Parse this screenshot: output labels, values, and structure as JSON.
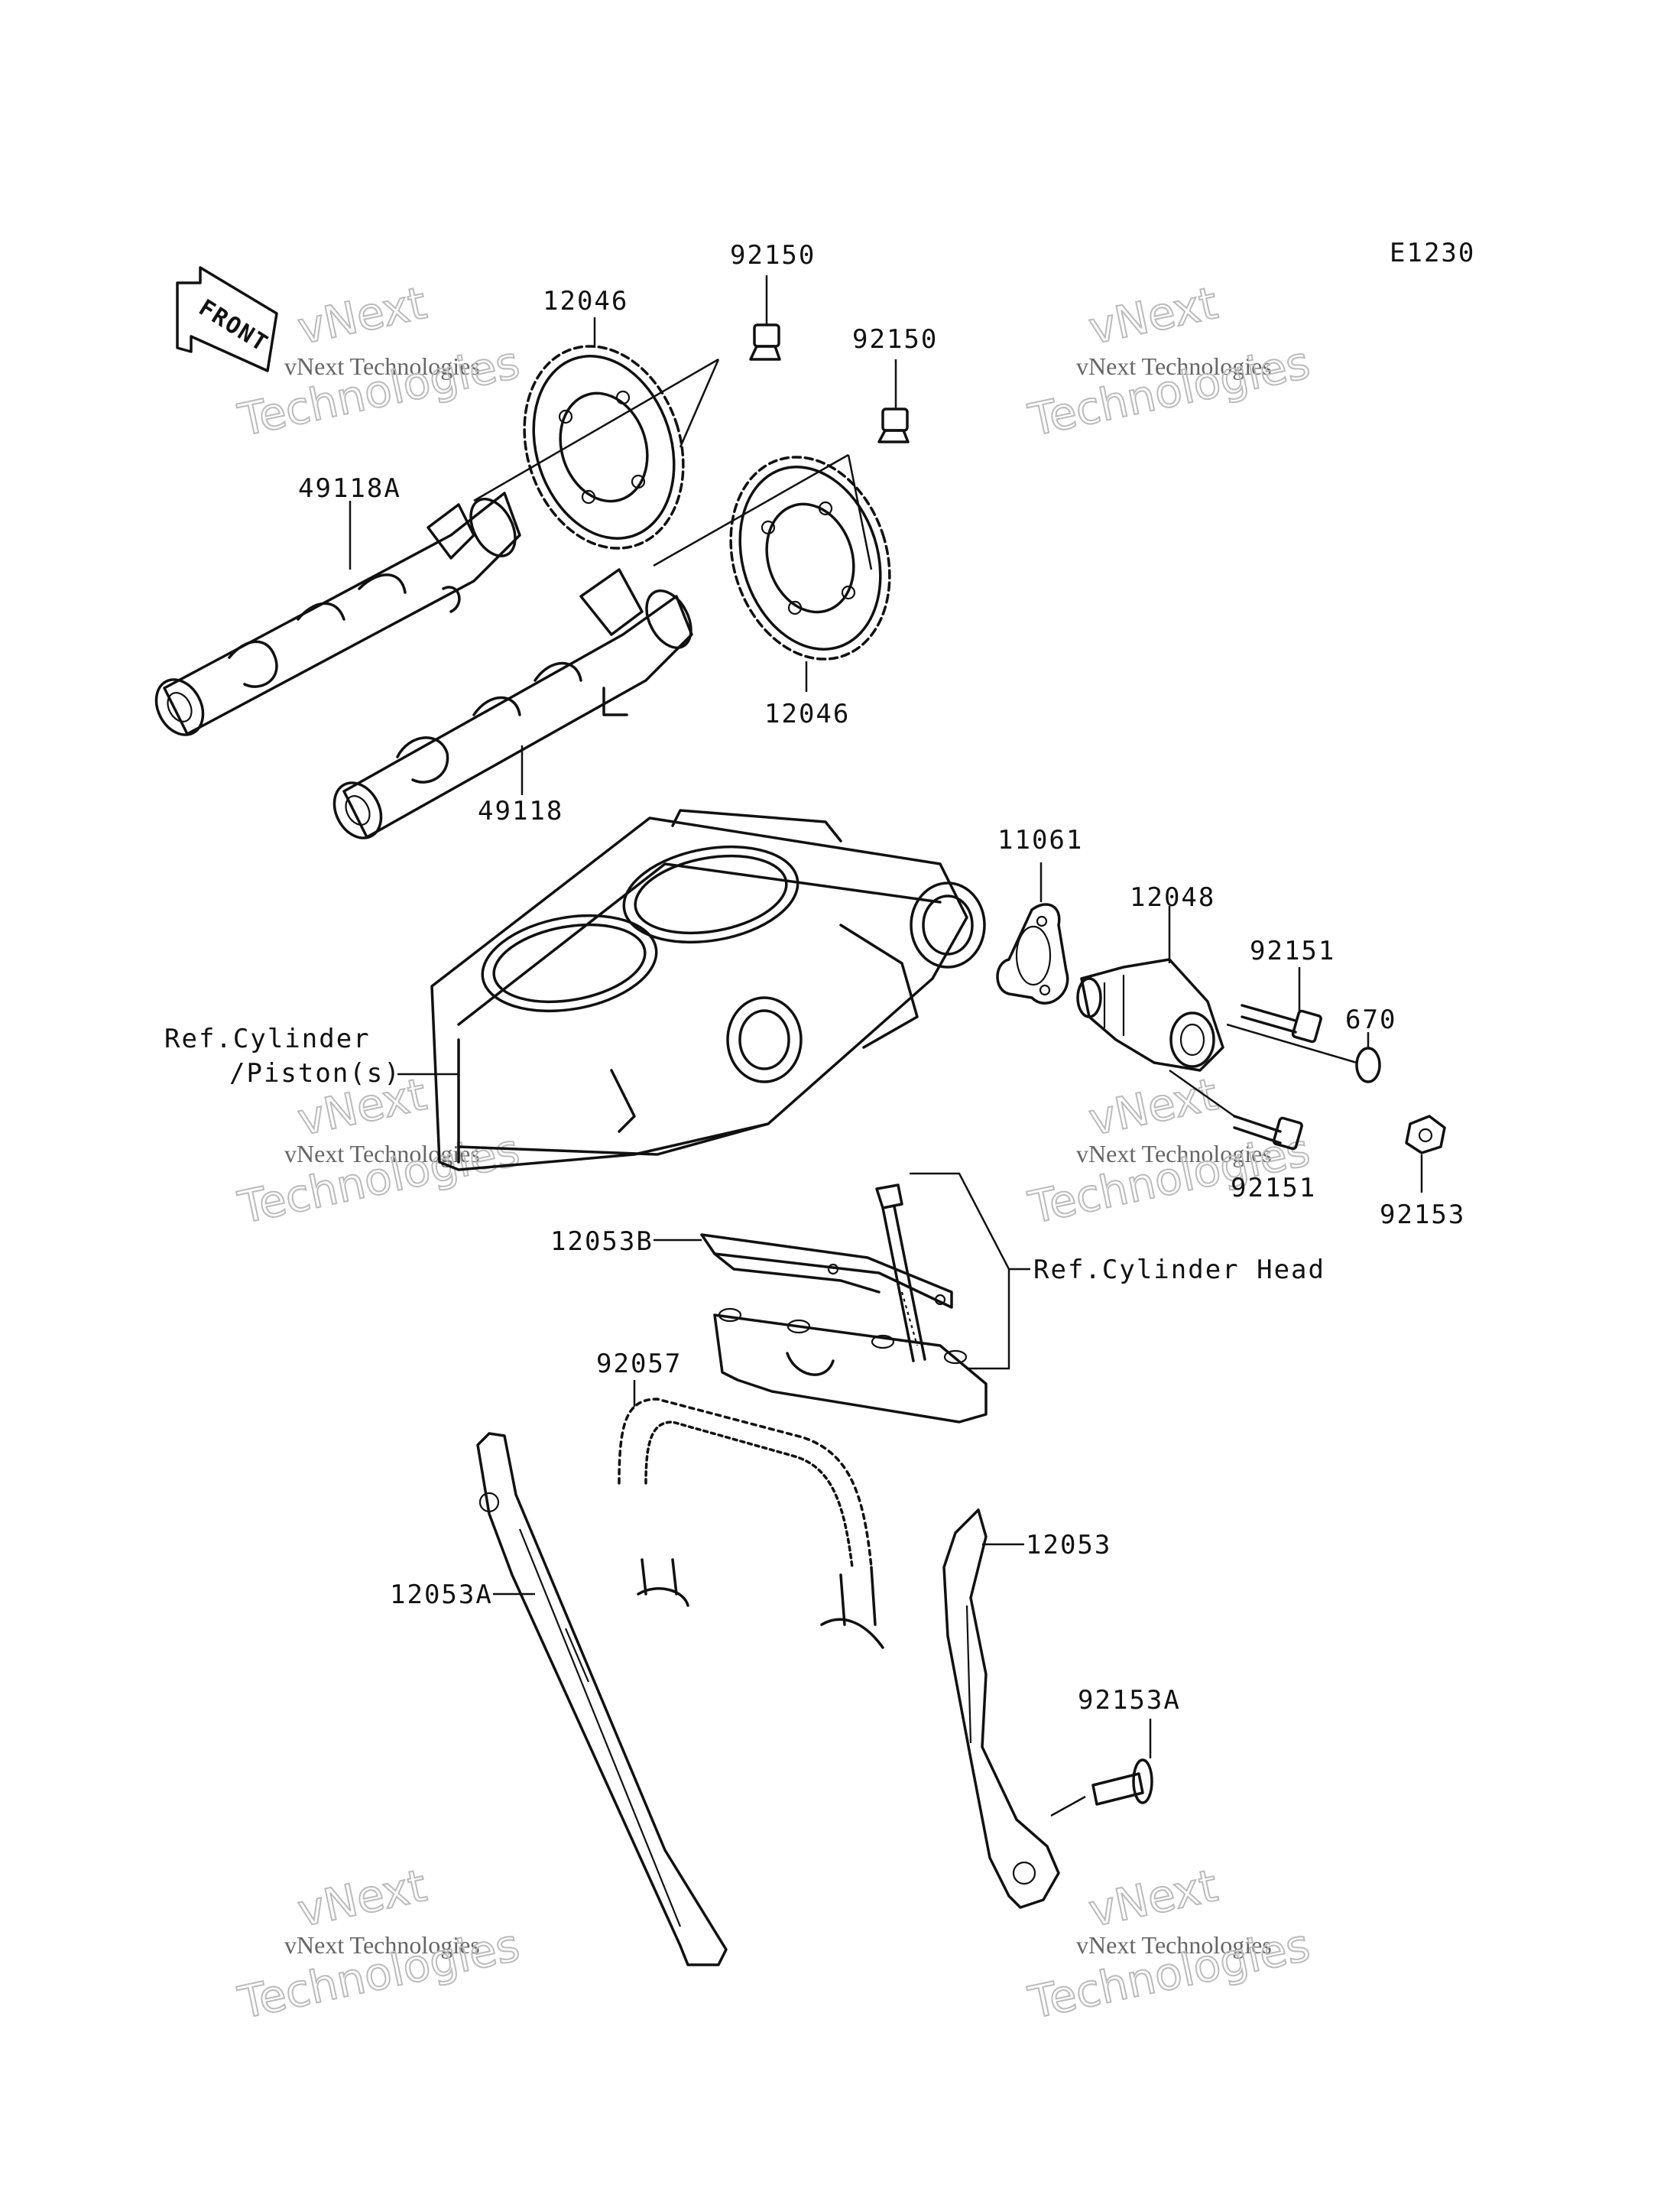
{
  "diagram_code": "E1230",
  "front_marker": "FRONT",
  "watermark": {
    "line1": "vNext",
    "line2": "vNext Technologies",
    "line3": "Technologies"
  },
  "labels": {
    "p92150_top": "92150",
    "p12046_top": "12046",
    "p92150_mid": "92150",
    "p49118A": "49118A",
    "p12046_bot": "12046",
    "p49118": "49118",
    "p11061": "11061",
    "p12048": "12048",
    "p92151_top": "92151",
    "p670": "670",
    "ref_cylinder_1": "Ref.Cylinder",
    "ref_cylinder_2": "/Piston(s)",
    "p92151_bot": "92151",
    "p92153": "92153",
    "p12053B": "12053B",
    "ref_cyl_head": "Ref.Cylinder Head",
    "p92057": "92057",
    "p12053": "12053",
    "p12053A": "12053A",
    "p92153A": "92153A"
  }
}
